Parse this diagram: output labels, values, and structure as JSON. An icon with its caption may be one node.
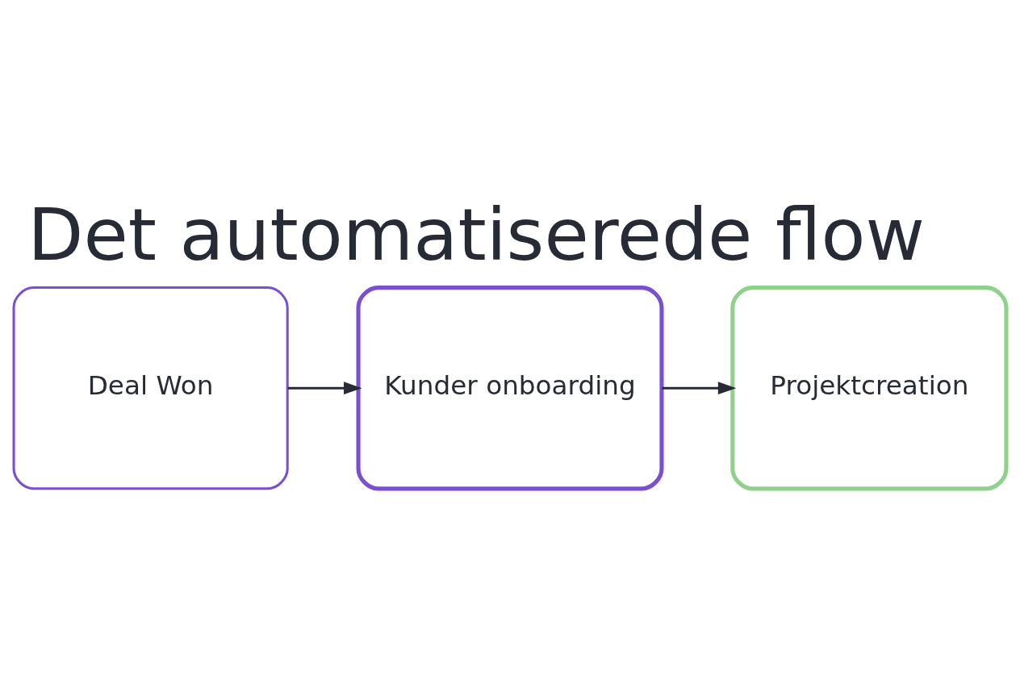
{
  "diagram": {
    "title": "Det automatiserede flow",
    "nodes": [
      {
        "text": [
          "Deal Won"
        ]
      },
      {
        "text": [
          "Kunder onboarding"
        ]
      },
      {
        "text": [
          "Projektcreation"
        ]
      }
    ],
    "edges": [
      {
        "from": 0,
        "to": 1,
        "arrow": "to"
      },
      {
        "from": 1,
        "to": 2,
        "arrow": "to"
      }
    ]
  }
}
